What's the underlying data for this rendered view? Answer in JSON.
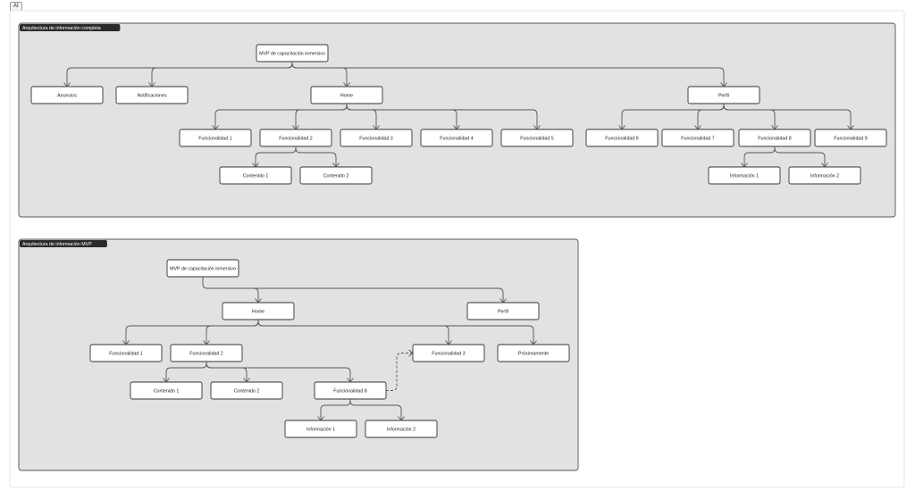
{
  "canvas_tag": "AI",
  "frames": [
    {
      "title": "Arquitectura de información completa",
      "root": "MVP de capacitación inmersivo",
      "level1": [
        "Anuncios",
        "Notificaciones",
        "Home",
        "Perfil"
      ],
      "home_children": [
        "Funcionalidad 1",
        "Funcionalidad 2",
        "Funcionalidad 3",
        "Funcionalidad 4",
        "Funcionalidad 5"
      ],
      "perfil_children": [
        "Funcionalidad 6",
        "Funcionalidad 7",
        "Funcionalidad 8",
        "Funcionalidad 9"
      ],
      "func2_children": [
        "Contenido 1",
        "Contenido 2"
      ],
      "func8_children": [
        "Información 1",
        "Información 2"
      ]
    },
    {
      "title": "Arquitectura de información MVP",
      "root": "MVP de capacitación inmersivo",
      "level1": [
        "Home",
        "Perfil"
      ],
      "home_children": [
        "Funcionalidad 1",
        "Funcionalidad 2",
        "Funcionalidad 3",
        "Próximamente"
      ],
      "func2_children": [
        "Contenido 1",
        "Contenido 2",
        "Funcionalidad 8"
      ],
      "func8_children": [
        "Información 1",
        "Información 2"
      ]
    }
  ],
  "colors": {
    "frame_fill": "#e2e2e2",
    "frame_border": "#555555",
    "title_fill": "#2b2b2b",
    "node_fill": "#ffffff",
    "node_border": "#333333",
    "connector": "#555555"
  }
}
